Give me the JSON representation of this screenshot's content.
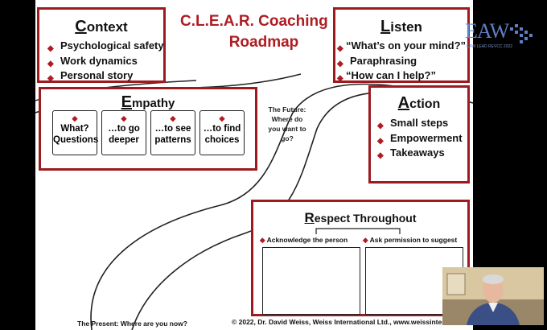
{
  "slide": {
    "title_line1": "C.L.E.A.R. Coaching ™",
    "title_line2": "Roadmap",
    "future_note": "The Future: Where do you want to go?",
    "present_note": "The Present: Where are you now?",
    "copyright": "© 2022, Dr. David Weiss, Weiss International Ltd., www.weissinternat..."
  },
  "context": {
    "initial": "C",
    "rest": "ontext",
    "items": [
      "Psychological safety",
      "Work dynamics",
      "Personal story"
    ]
  },
  "listen": {
    "initial": "L",
    "rest": "isten",
    "items": [
      "“What’s on your mind?”",
      "Paraphrasing",
      "“How can I help?”"
    ]
  },
  "empathy": {
    "initial": "E",
    "rest": "mpathy",
    "cards": [
      {
        "line1": "What?",
        "line2": "Questions"
      },
      {
        "line1": "…to go",
        "line2": "deeper"
      },
      {
        "line1": "…to see",
        "line2": "patterns"
      },
      {
        "line1": "…to find",
        "line2": "choices"
      }
    ]
  },
  "action": {
    "initial": "A",
    "rest": "ction",
    "items": [
      "Small steps",
      "Empowerment",
      "Takeaways"
    ]
  },
  "respect": {
    "initial": "R",
    "rest": "espect Throughout",
    "sub_left": "Acknowledge the person",
    "sub_right": "Ask permission to suggest"
  },
  "logo": {
    "text": "EAW",
    "subtitle": "EAW LEAD REVCC 2022"
  },
  "colors": {
    "accent": "#9b1b1f",
    "logo": "#5d7fc4"
  }
}
